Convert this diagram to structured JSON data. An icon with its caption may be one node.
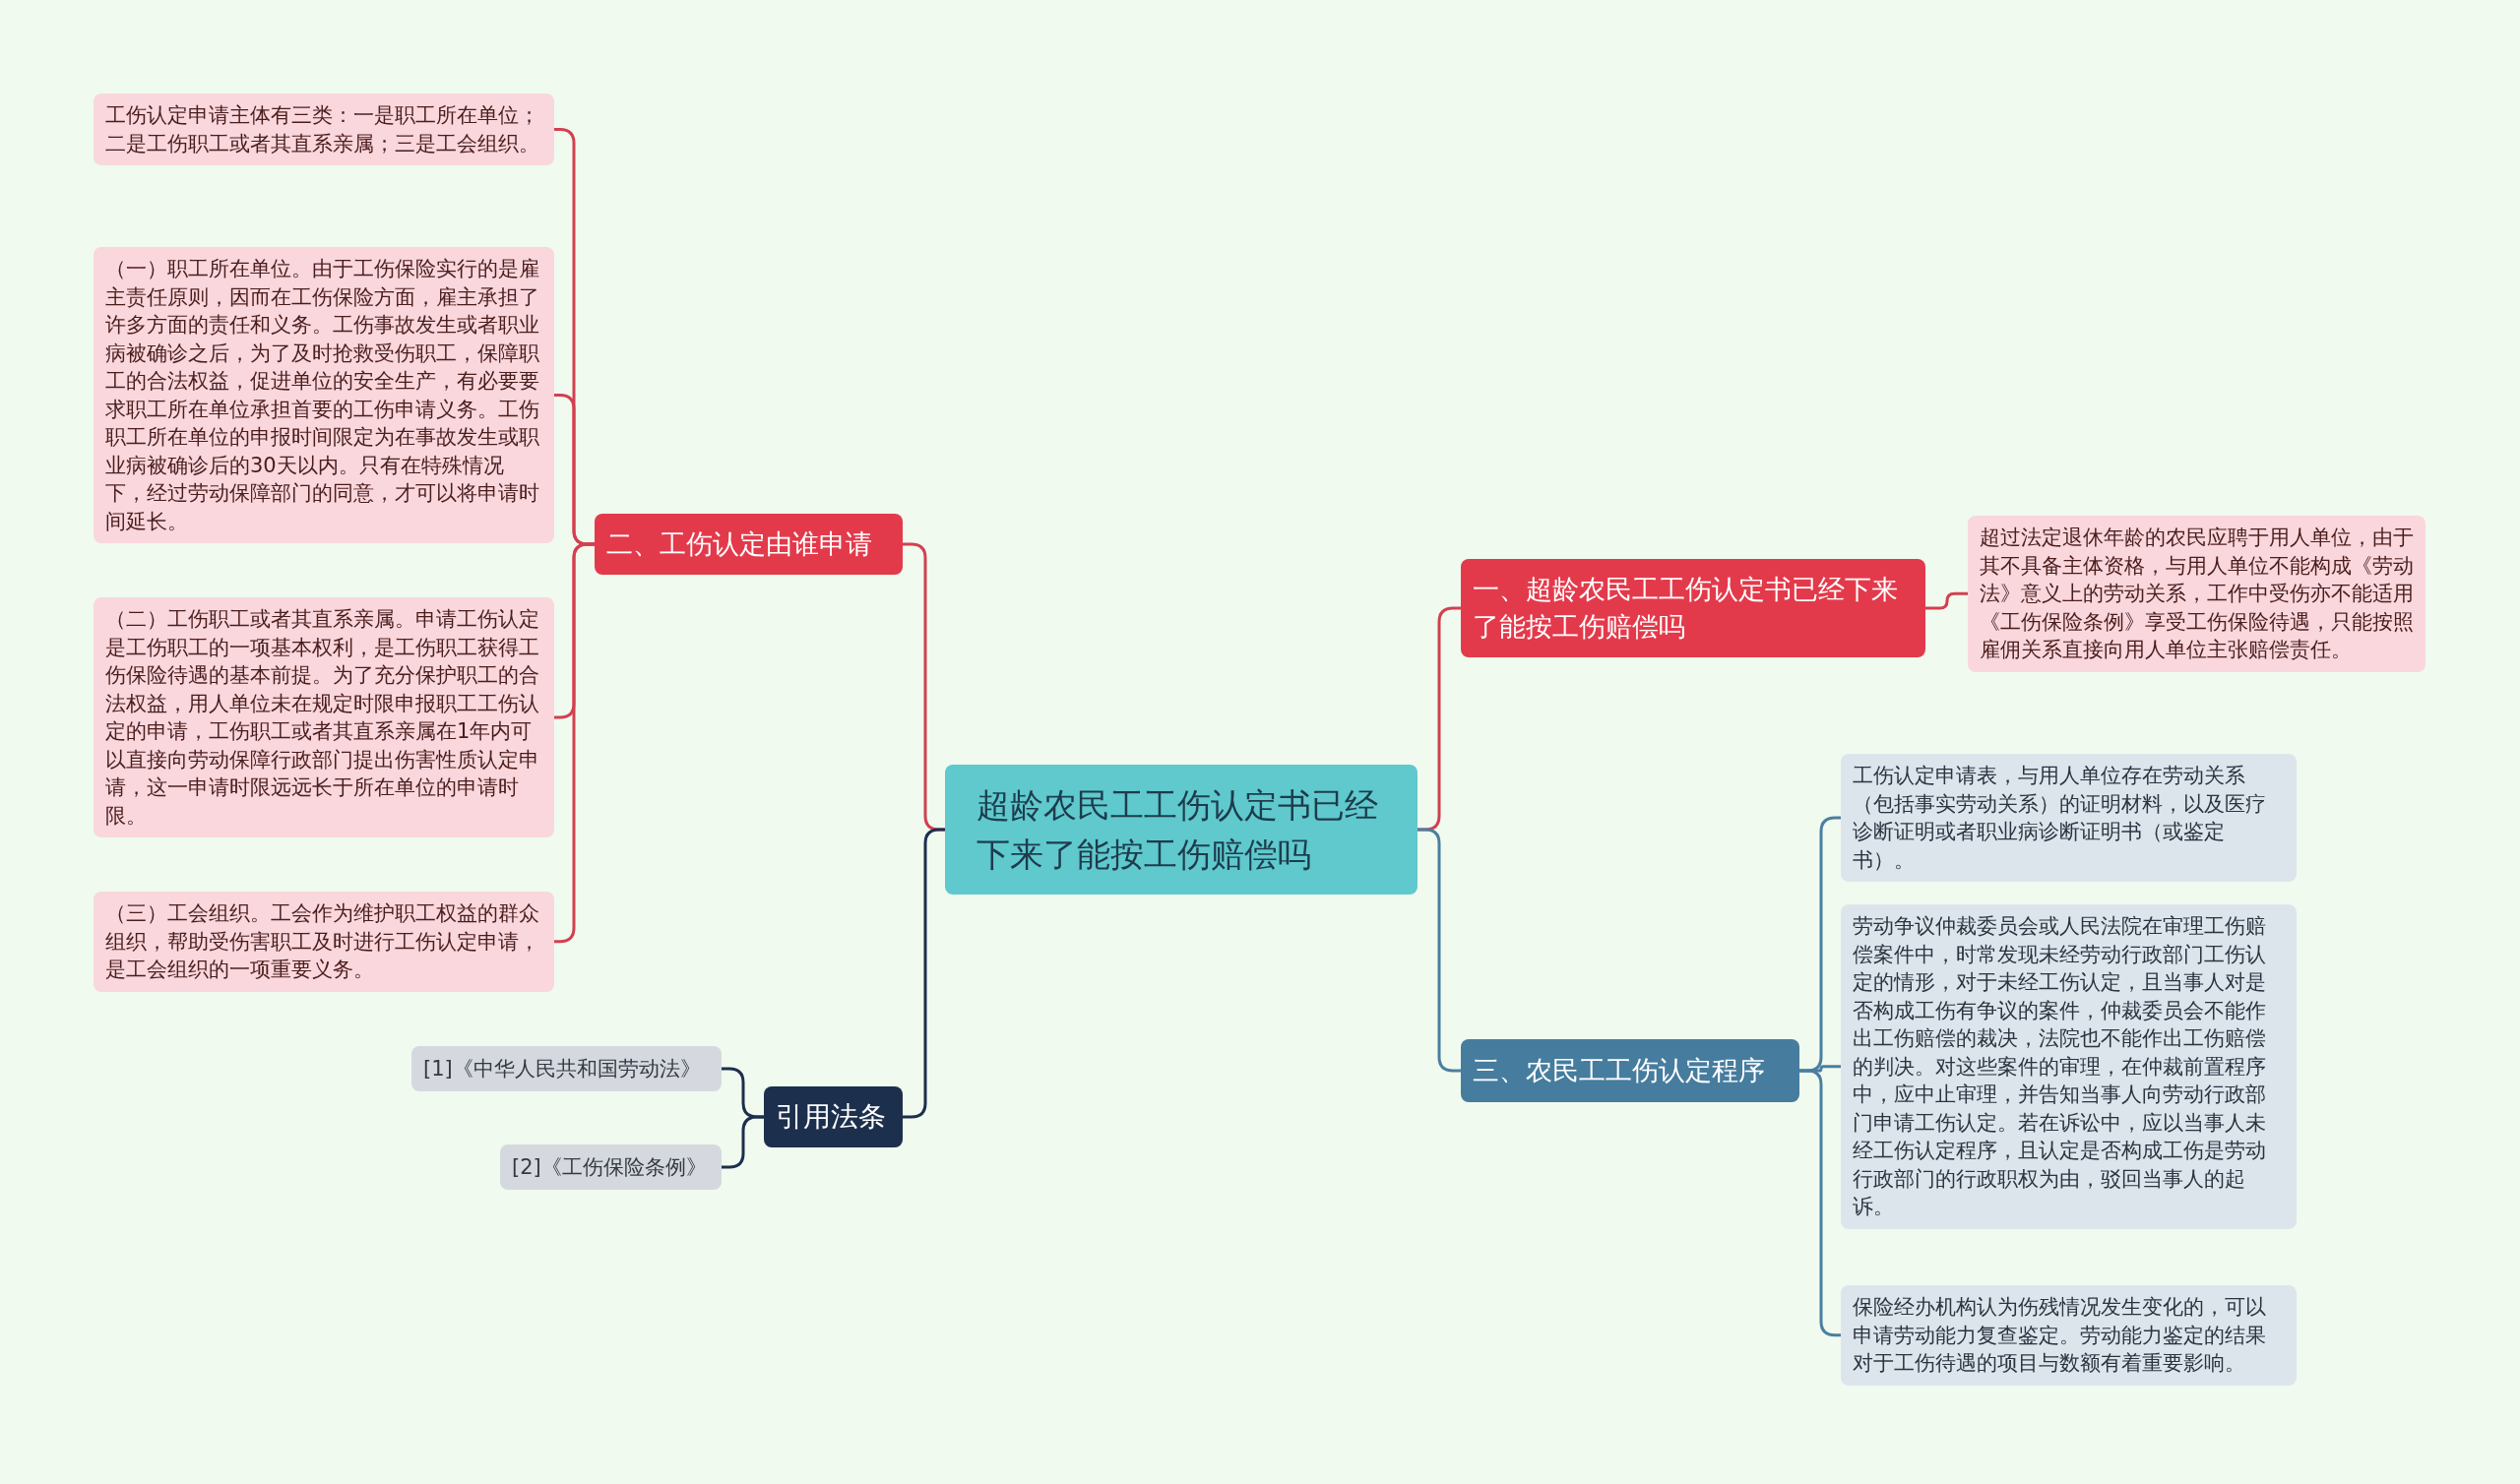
{
  "diagram": {
    "nodes": [
      {
        "text": [
          "超龄农民工工伤认定书已经下来了能按工伤赔偿吗"
        ]
      },
      {
        "text": [
          "一、超龄农民工工伤认定书已经下来了能按工伤赔偿吗"
        ]
      },
      {
        "text": [
          "超过法定退休年龄的农民应聘于用人单位，由于其不具备主体资格，与用人单位不能构成《劳动法》意义上的劳动关系，工作中受伤亦不能适用《工伤保险条例》享受工伤保险待遇，只能按照雇佣关系直接向用人单位主张赔偿责任。"
        ]
      },
      {
        "text": [
          "三、农民工工伤认定程序"
        ]
      },
      {
        "text": [
          "工伤认定申请表，与用人单位存在劳动关系（包括事实劳动关系）的证明材料，以及医疗诊断证明或者职业病诊断证明书（或鉴定书）。"
        ]
      },
      {
        "text": [
          "劳动争议仲裁委员会或人民法院在审理工伤赔偿案件中，时常发现未经劳动行政部门工伤认定的情形，对于未经工伤认定，且当事人对是否构成工伤有争议的案件，仲裁委员会不能作出工伤赔偿的裁决，法院也不能作出工伤赔偿的判决。对这些案件的审理，在仲裁前置程序中，应中止审理，并告知当事人向劳动行政部门申请工伤认定。若在诉讼中，应以当事人未经工伤认定程序，且认定是否构成工伤是劳动行政部门的行政职权为由，驳回当事人的起诉。"
        ]
      },
      {
        "text": [
          "保险经办机构认为伤残情况发生变化的，可以申请劳动能力复查鉴定。劳动能力鉴定的结果对于工伤待遇的项目与数额有着重要影响。"
        ]
      },
      {
        "text": [
          "二、工伤认定由谁申请"
        ]
      },
      {
        "text": [
          "工伤认定申请主体有三类：一是职工所在单位；二是工伤职工或者其直系亲属；三是工会组织。"
        ]
      },
      {
        "text": [
          "（一）职工所在单位。由于工伤保险实行的是雇主责任原则，因而在工伤保险方面，雇主承担了许多方面的责任和义务。工伤事故发生或者职业病被确诊之后，为了及时抢救受伤职工，保障职工的合法权益，促进单位的安全生产，有必要要求职工所在单位承担首要的工伤申请义务。工伤职工所在单位的申报时间限定为在事故发生或职业病被确诊后的30天以内。只有在特殊情况下，经过劳动保障部门的同意，才可以将申请时间延长。"
        ]
      },
      {
        "text": [
          "（二）工伤职工或者其直系亲属。申请工伤认定是工伤职工的一项基本权利，是工伤职工获得工伤保险待遇的基本前提。为了充分保护职工的合法权益，用人单位未在规定时限申报职工工伤认定的申请，工伤职工或者其直系亲属在1年内可以直接向劳动保障行政部门提出伤害性质认定申请，这一申请时限远远长于所在单位的申请时限。"
        ]
      },
      {
        "text": [
          "（三）工会组织。工会作为维护职工权益的群众组织，帮助受伤害职工及时进行工伤认定申请，是工会组织的一项重要义务。"
        ]
      },
      {
        "text": [
          "引用法条"
        ]
      },
      {
        "text": [
          "[1]《中华人民共和国劳动法》"
        ]
      },
      {
        "text": [
          "[2]《工伤保险条例》"
        ]
      }
    ],
    "edges": [
      {
        "from": 0,
        "to": 1,
        "arrow": "none"
      },
      {
        "from": 1,
        "to": 2,
        "arrow": "none"
      },
      {
        "from": 0,
        "to": 3,
        "arrow": "none",
        "color": "#4a7fa0"
      },
      {
        "from": 3,
        "to": 4,
        "arrow": "none",
        "color": "#4a7fa0"
      },
      {
        "from": 3,
        "to": 5,
        "arrow": "none",
        "color": "#4a7fa0"
      },
      {
        "from": 3,
        "to": 6,
        "arrow": "none",
        "color": "#4a7fa0"
      },
      {
        "from": 0,
        "to": 7,
        "arrow": "none"
      },
      {
        "from": 7,
        "to": 8,
        "arrow": "none"
      },
      {
        "from": 7,
        "to": 9,
        "arrow": "none"
      },
      {
        "from": 7,
        "to": 10,
        "arrow": "none"
      },
      {
        "from": 7,
        "to": 11,
        "arrow": "none"
      },
      {
        "from": 0,
        "to": 12,
        "arrow": "none",
        "color": "#1c2f4d"
      },
      {
        "from": 12,
        "to": 13,
        "arrow": "none",
        "color": "#1c2f4d"
      },
      {
        "from": 12,
        "to": 14,
        "arrow": "none",
        "color": "#1c2f4d"
      }
    ]
  }
}
